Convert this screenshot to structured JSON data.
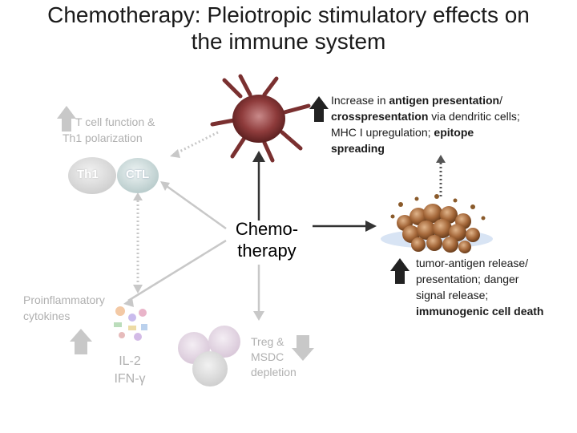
{
  "title": {
    "line1": "Chemotherapy: Pleiotropic stimulatory effects on",
    "line2": "the immune system"
  },
  "center": {
    "line1": "Chemo-",
    "line2": "therapy"
  },
  "tcell": {
    "line1": "T cell function &",
    "line2": "Th1 polarization",
    "th1": "Th1",
    "ctl": "CTL"
  },
  "antigen": {
    "seg1": "Increase in ",
    "seg2": "antigen presentation",
    "seg3": "/",
    "seg4": "crosspresentation",
    "seg5": " via dendritic cells;",
    "seg6": "MHC I upregulation; ",
    "seg7": "epitope",
    "seg8": "spreading"
  },
  "tumor": {
    "line1": "tumor-antigen release/",
    "line2": "presentation; danger",
    "line3": "signal release;",
    "line4": "immunogenic cell death"
  },
  "cytokines": {
    "line1": "Proinflammatory",
    "line2": "cytokines",
    "il2": "IL-2",
    "ifn": "IFN-γ"
  },
  "treg": {
    "line1": "Treg &",
    "line2": "MSDC",
    "line3": "depletion"
  },
  "colors": {
    "faded_text": "#b0b0b0",
    "arrow_dark": "#333333",
    "arrow_faded": "#c8c8c8"
  }
}
